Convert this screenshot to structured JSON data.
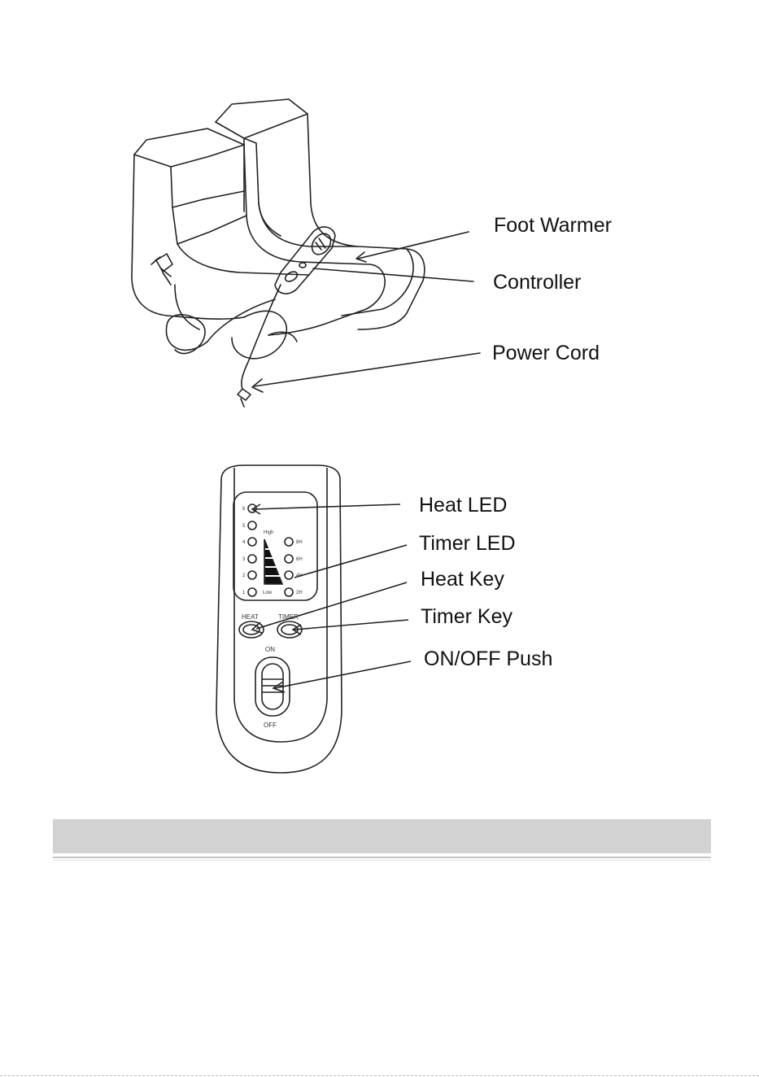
{
  "diagram1": {
    "callouts": {
      "foot_warmer": "Foot Warmer",
      "controller": "Controller",
      "power_cord": "Power Cord"
    }
  },
  "diagram2": {
    "callouts": {
      "heat_led": "Heat LED",
      "timer_led": "Timer LED",
      "heat_key": "Heat Key",
      "timer_key": "Timer Key",
      "on_off": "ON/OFF Push"
    },
    "panel": {
      "heat_levels": [
        "6",
        "5",
        "4",
        "3",
        "2",
        "1"
      ],
      "high": "High",
      "low": "Low",
      "timer_levels": [
        "8H",
        "6H",
        "4H",
        "2H"
      ],
      "heat_key": "HEAT",
      "timer_key": "TIMER",
      "on": "ON",
      "off": "OFF"
    }
  },
  "colors": {
    "line": "#222222",
    "bar": "#d2d2d2"
  }
}
